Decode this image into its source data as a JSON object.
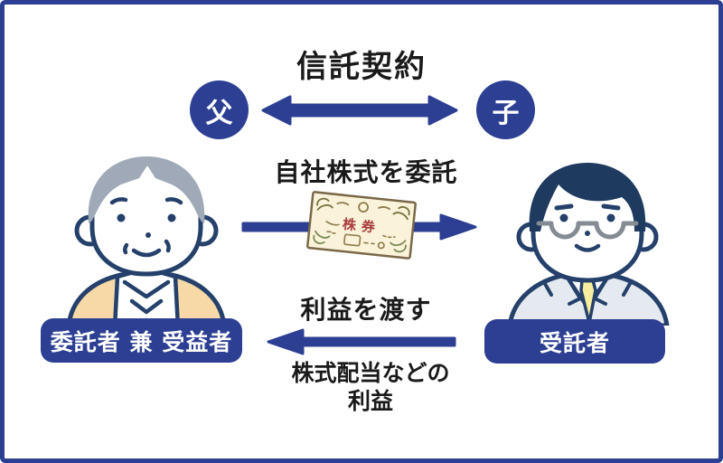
{
  "frame": {
    "background": "#ffffff",
    "border_color": "#2c3f93"
  },
  "header": {
    "title": "信託契約",
    "father_badge": "父",
    "child_badge": "子"
  },
  "entrust_flow": {
    "label": "自社株式を委託",
    "certificate_text": "株券",
    "direction": "left-to-right"
  },
  "return_flow": {
    "label": "利益を渡す",
    "note_line1": "株式配当などの",
    "note_line2": "利益",
    "direction": "right-to-left"
  },
  "roles": {
    "settlor_beneficiary": "委託者 兼 受益者",
    "trustee": "受託者"
  },
  "icons": {
    "left_person": "elderly-man-illustration",
    "right_person": "businessman-with-glasses-illustration",
    "middle_item": "stock-certificate-illustration",
    "top_arrow": "double-headed-arrow",
    "middle_arrow": "right-arrow",
    "bottom_arrow": "left-arrow"
  },
  "colors": {
    "primary_blue": "#2c3f93",
    "text_black": "#1a1a1a",
    "outline_navy": "#24406b",
    "hair_gray": "#9fa9b8",
    "hair_navy": "#1e3a5f",
    "cardigan_tan": "#f7d9a8",
    "suit_gray": "#e4eaef",
    "tie_yellow": "#f6ee9e",
    "certificate_cream": "#faf3da",
    "certificate_red": "#aa3c3c",
    "glasses_gray": "#848b93"
  }
}
